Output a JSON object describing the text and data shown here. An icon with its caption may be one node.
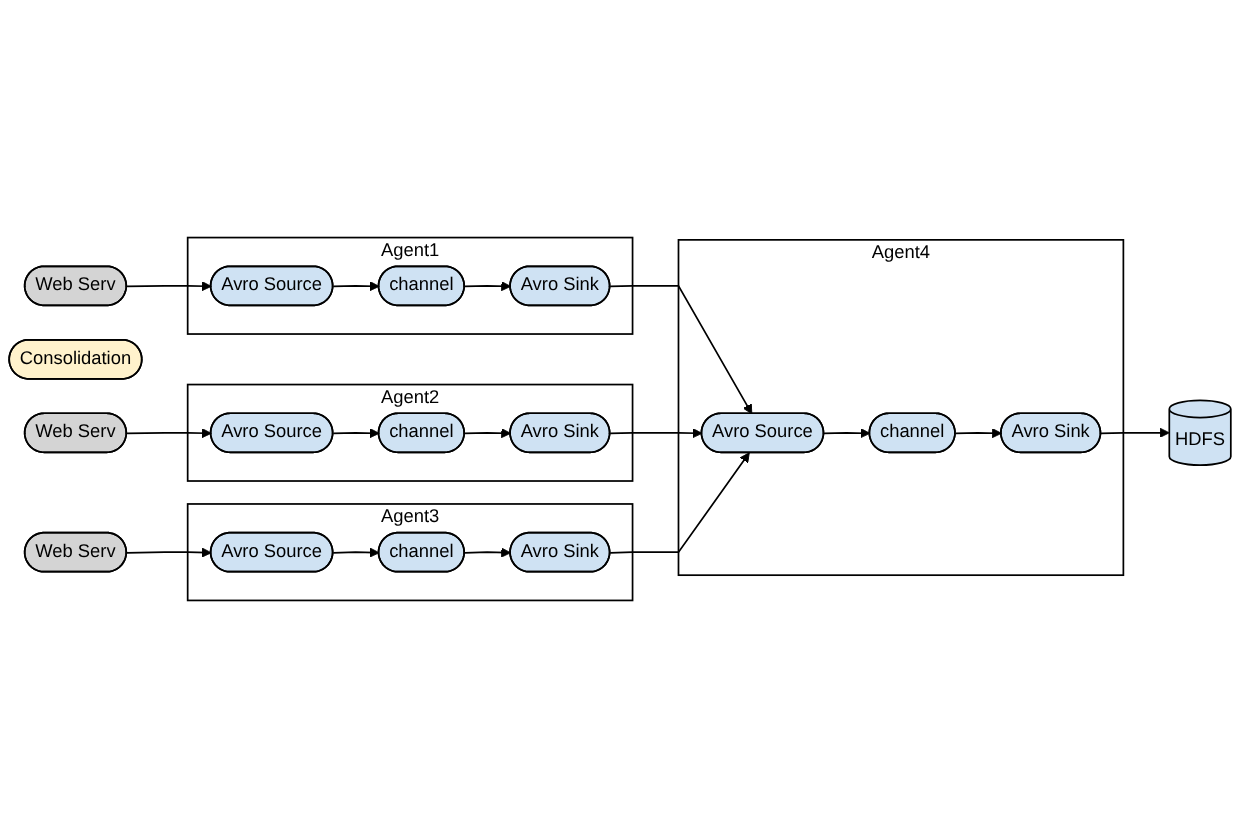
{
  "diagram": {
    "nodes": [
      {
        "text": [
          "Web Serv"
        ]
      },
      {
        "text": [
          "Agent1"
        ]
      },
      {
        "text": [
          "Avro Source"
        ],
        "in": 1
      },
      {
        "text": [
          "Avro Sink"
        ],
        "in": 1
      },
      {
        "text": [
          "channel"
        ],
        "in": 1
      },
      {
        "text": [
          "Consolidation"
        ]
      },
      {
        "text": [
          "Agent4"
        ]
      },
      {
        "text": [
          "Avro Source"
        ],
        "in": 6
      },
      {
        "text": [
          "Avro Sink"
        ],
        "in": 6
      },
      {
        "text": [
          "channel"
        ],
        "in": 6
      },
      {
        "text": [
          "Web Serv"
        ]
      },
      {
        "text": [
          "Agent2"
        ]
      },
      {
        "text": [
          "Avro Source"
        ],
        "in": 11
      },
      {
        "text": [
          "Avro Sink"
        ],
        "in": 11
      },
      {
        "text": [
          "channel"
        ],
        "in": 11
      },
      {
        "text": [
          "Web Serv"
        ]
      },
      {
        "text": [
          "Agent3"
        ]
      },
      {
        "text": [
          "Avro Source"
        ],
        "in": 16
      },
      {
        "text": [
          "Avro Sink"
        ],
        "in": 16
      },
      {
        "text": [
          "channel"
        ],
        "in": 16
      },
      {
        "text": [
          "HDFS"
        ]
      }
    ],
    "edges": [
      {
        "from": 0,
        "to": 2,
        "arrow": "to"
      },
      {
        "from": 2,
        "to": 4,
        "arrow": "to"
      },
      {
        "from": 4,
        "to": 3,
        "arrow": "to"
      },
      {
        "from": 3,
        "to": 7,
        "arrow": "to"
      },
      {
        "from": 7,
        "to": 9,
        "arrow": "to"
      },
      {
        "from": 9,
        "to": 8,
        "arrow": "to"
      },
      {
        "from": 8,
        "to": 20,
        "arrow": "to"
      },
      {
        "from": 10,
        "to": 12,
        "arrow": "to"
      },
      {
        "from": 12,
        "to": 14,
        "arrow": "to"
      },
      {
        "from": 14,
        "to": 13,
        "arrow": "to"
      },
      {
        "from": 13,
        "to": 7,
        "arrow": "to"
      },
      {
        "from": 15,
        "to": 17,
        "arrow": "to"
      },
      {
        "from": 17,
        "to": 19,
        "arrow": "to"
      },
      {
        "from": 19,
        "to": 18,
        "arrow": "to"
      },
      {
        "from": 18,
        "to": 7,
        "arrow": "to"
      }
    ]
  }
}
